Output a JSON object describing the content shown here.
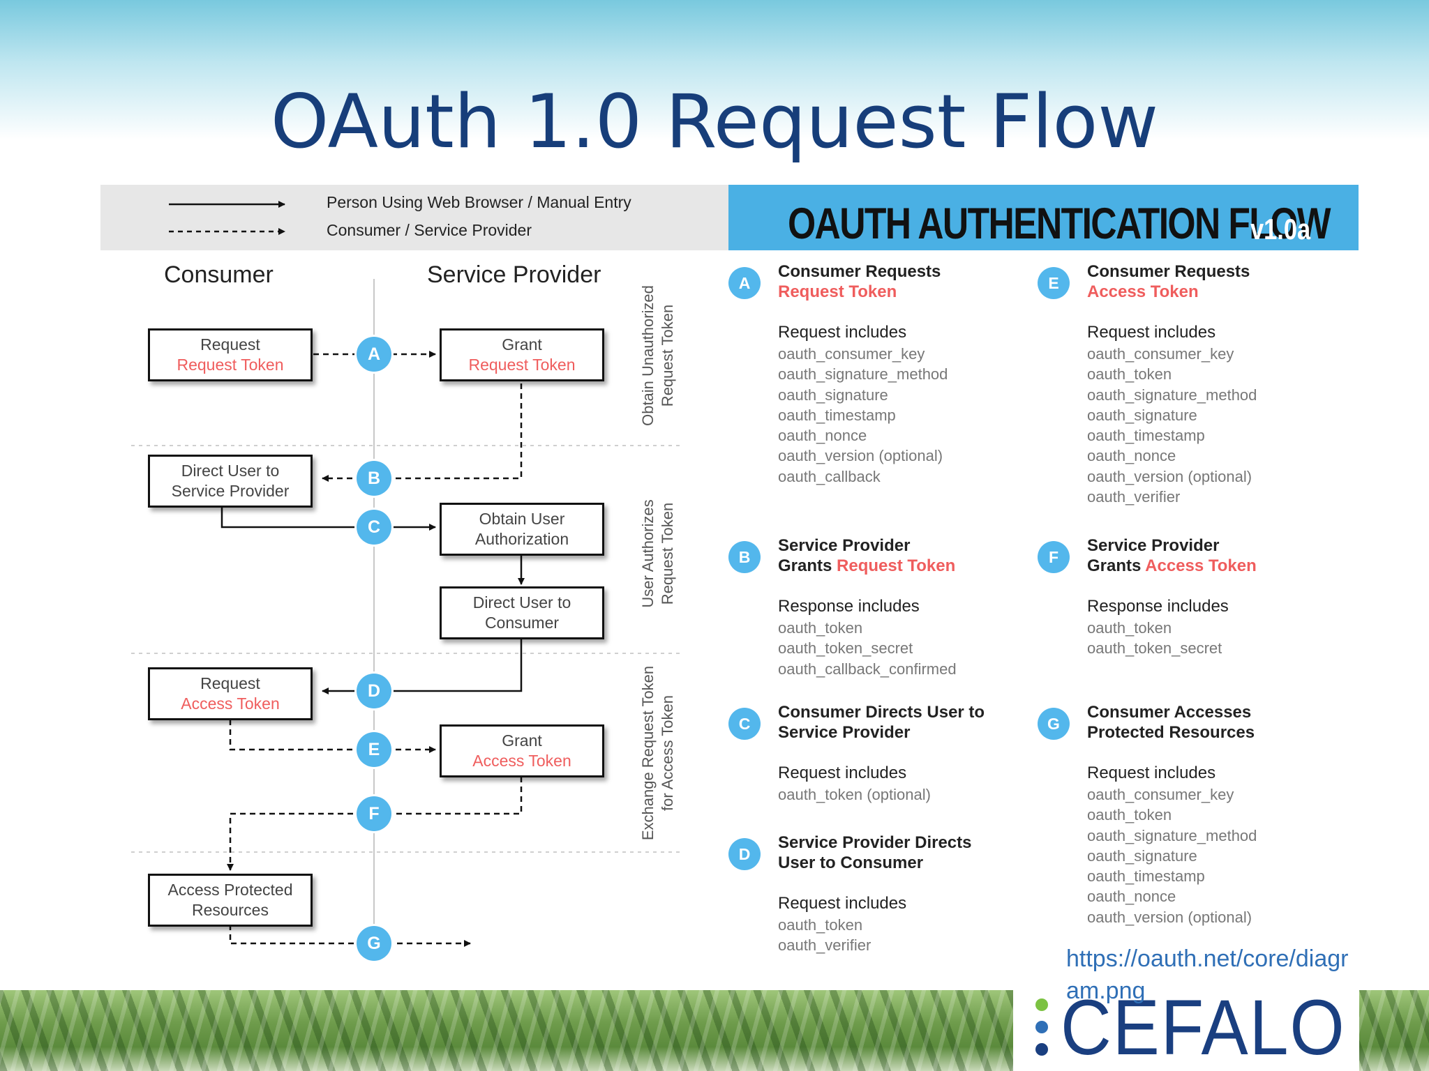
{
  "slide": {
    "title": "OAuth 1.0 Request Flow"
  },
  "legend": {
    "solid": "Person Using Web Browser / Manual Entry",
    "dashed": "Consumer / Service Provider"
  },
  "banner": {
    "title": "OAUTH AUTHENTICATION FLOW",
    "version": "v1.0a"
  },
  "columns": {
    "consumer": "Consumer",
    "provider": "Service Provider"
  },
  "phases": {
    "phase1": {
      "line1": "Obtain Unauthorized",
      "line2": "Request Token"
    },
    "phase2": {
      "line1": "User Authorizes",
      "line2": "Request Token"
    },
    "phase3": {
      "line1": "Exchange Request Token",
      "line2": "for Access Token"
    }
  },
  "boxes": {
    "request_request_token": {
      "line1": "Request",
      "line2": "Request Token"
    },
    "grant_request_token": {
      "line1": "Grant",
      "line2": "Request Token"
    },
    "direct_user_to_sp": {
      "line1": "Direct User to",
      "line2": "Service Provider"
    },
    "obtain_user_authorization": {
      "line1": "Obtain User",
      "line2": "Authorization"
    },
    "direct_user_to_consumer": {
      "line1": "Direct User to",
      "line2": "Consumer"
    },
    "request_access_token": {
      "line1": "Request",
      "line2": "Access Token"
    },
    "grant_access_token": {
      "line1": "Grant",
      "line2": "Access Token"
    },
    "access_protected_resources": {
      "line1": "Access Protected",
      "line2": "Resources"
    }
  },
  "steps": [
    "A",
    "B",
    "C",
    "D",
    "E",
    "F",
    "G"
  ],
  "details": {
    "A": {
      "title1": "Consumer Requests",
      "title2": "Request Token",
      "sub": "Request includes",
      "items": [
        "oauth_consumer_key",
        "oauth_signature_method",
        "oauth_signature",
        "oauth_timestamp",
        "oauth_nonce",
        "oauth_version (optional)",
        "oauth_callback"
      ]
    },
    "B": {
      "title1": "Service Provider",
      "title2_plain": "Grants ",
      "title2_accent": "Request Token",
      "sub": "Response includes",
      "items": [
        "oauth_token",
        "oauth_token_secret",
        "oauth_callback_confirmed"
      ]
    },
    "C": {
      "title1": "Consumer Directs User to",
      "title2": "Service Provider",
      "sub": "Request includes",
      "items": [
        "oauth_token (optional)"
      ]
    },
    "D": {
      "title1": "Service Provider Directs",
      "title2": "User to Consumer",
      "sub": "Request includes",
      "items": [
        "oauth_token",
        "oauth_verifier"
      ]
    },
    "E": {
      "title1": "Consumer Requests",
      "title2": "Access Token",
      "sub": "Request includes",
      "items": [
        "oauth_consumer_key",
        "oauth_token",
        "oauth_signature_method",
        "oauth_signature",
        "oauth_timestamp",
        "oauth_nonce",
        "oauth_version (optional)",
        "oauth_verifier"
      ]
    },
    "F": {
      "title1": "Service Provider",
      "title2_plain": "Grants ",
      "title2_accent": "Access Token",
      "sub": "Response includes",
      "items": [
        "oauth_token",
        "oauth_token_secret"
      ]
    },
    "G": {
      "title1": "Consumer Accesses",
      "title2": "Protected Resources",
      "sub": "Request includes",
      "items": [
        "oauth_consumer_key",
        "oauth_token",
        "oauth_signature_method",
        "oauth_signature",
        "oauth_timestamp",
        "oauth_nonce",
        "oauth_version (optional)"
      ]
    }
  },
  "source_url": "https://oauth.net/core/diagram.png",
  "logo": {
    "text": "CEFALO"
  },
  "colors": {
    "accent": "#ef5d5d",
    "badge": "#53b7ec",
    "banner": "#4ab0e4",
    "title": "#173e7a",
    "link": "#2f6fb6"
  }
}
